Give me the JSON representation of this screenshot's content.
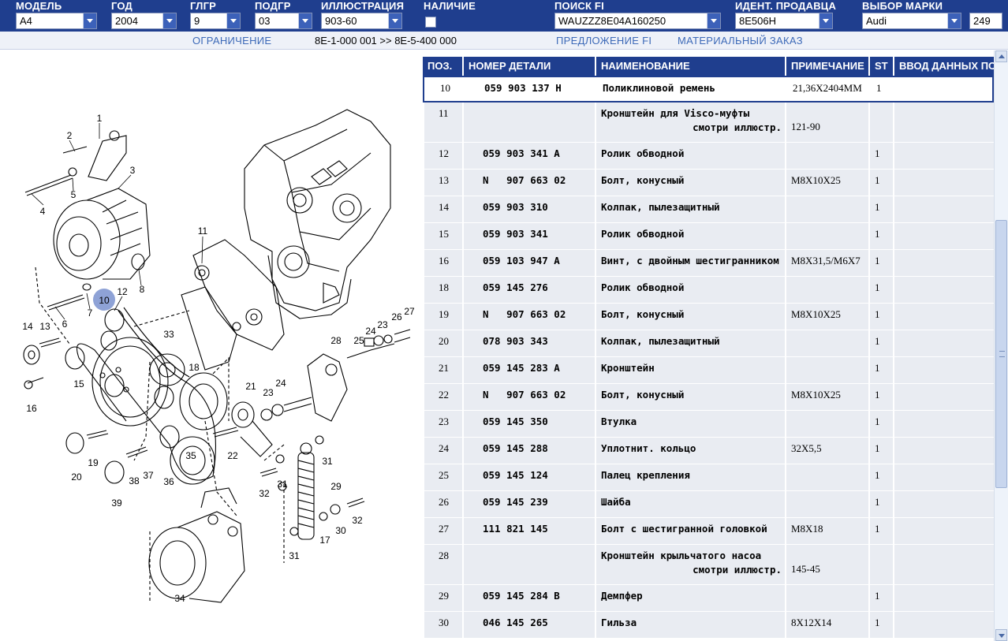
{
  "filters": {
    "model": {
      "label": "МОДЕЛЬ",
      "value": "A4"
    },
    "year": {
      "label": "ГОД",
      "value": "2004"
    },
    "main_group": {
      "label": "ГЛГР",
      "value": "9"
    },
    "sub_group": {
      "label": "ПОДГР",
      "value": "03"
    },
    "illustration": {
      "label": "ИЛЛЮСТРАЦИЯ",
      "value": "903-60"
    },
    "availability": {
      "label": "НАЛИЧИЕ"
    },
    "search_fi": {
      "label": "ПОИСК FI",
      "value": "WAUZZZ8E04A160250"
    },
    "dealer_id": {
      "label": "ИДЕНТ. ПРОДАВЦА",
      "value": "8E506H"
    },
    "brand": {
      "label": "ВЫБОР МАРКИ",
      "value": "Audi"
    },
    "count": "249"
  },
  "subbar": {
    "restriction_link": "ОГРАНИЧЕНИЕ",
    "restriction_range": "8E-1-000 001 >> 8E-5-400 000",
    "offer_link": "ПРЕДЛОЖЕНИЕ FI",
    "order_link": "МАТЕРИАЛЬНЫЙ ЗАКАЗ"
  },
  "illustration": {
    "highlighted_callout": "10",
    "callouts": [
      "1",
      "2",
      "3",
      "4",
      "5",
      "6",
      "7",
      "8",
      "10",
      "11",
      "12",
      "13",
      "14",
      "15",
      "16",
      "17",
      "18",
      "19",
      "20",
      "21",
      "22",
      "23",
      "24",
      "25",
      "26",
      "27",
      "28",
      "29",
      "30",
      "31",
      "32",
      "33",
      "34",
      "35",
      "36",
      "37",
      "38",
      "39"
    ]
  },
  "table": {
    "headers": [
      "ПОЗ.",
      "НОМЕР ДЕТАЛИ",
      "НАИМЕНОВАНИЕ",
      "ПРИМЕЧАНИЕ",
      "ST",
      "ВВОД ДАННЫХ ПО"
    ],
    "rows": [
      {
        "pos": "10",
        "part": "059 903 137 H",
        "name": "Поликлиновой ремень",
        "note": "21,36X2404MM",
        "st": "1",
        "selected": true
      },
      {
        "pos": "11",
        "part": "",
        "name": "Кронштейн для Visco-муфты",
        "name2": "смотри иллюстр.",
        "note": "121-90",
        "st": ""
      },
      {
        "pos": "12",
        "part": "059 903 341 A",
        "name": "Ролик обводной",
        "note": "",
        "st": "1"
      },
      {
        "pos": "13",
        "part": "N   907 663 02",
        "name": "Болт, конусный",
        "note": "M8X10X25",
        "st": "1"
      },
      {
        "pos": "14",
        "part": "059 903 310",
        "name": "Колпак, пылезащитный",
        "note": "",
        "st": "1"
      },
      {
        "pos": "15",
        "part": "059 903 341",
        "name": "Ролик обводной",
        "note": "",
        "st": "1"
      },
      {
        "pos": "16",
        "part": "059 103 947 A",
        "name": "Винт, с двойным шестигранником",
        "note": "M8X31,5/M6X7",
        "st": "1"
      },
      {
        "pos": "18",
        "part": "059 145 276",
        "name": "Ролик обводной",
        "note": "",
        "st": "1"
      },
      {
        "pos": "19",
        "part": "N   907 663 02",
        "name": "Болт, конусный",
        "note": "M8X10X25",
        "st": "1"
      },
      {
        "pos": "20",
        "part": "078 903 343",
        "name": "Колпак, пылезащитный",
        "note": "",
        "st": "1"
      },
      {
        "pos": "21",
        "part": "059 145 283 A",
        "name": "Кронштейн",
        "note": "",
        "st": "1"
      },
      {
        "pos": "22",
        "part": "N   907 663 02",
        "name": "Болт, конусный",
        "note": "M8X10X25",
        "st": "1"
      },
      {
        "pos": "23",
        "part": "059 145 350",
        "name": "Втулка",
        "note": "",
        "st": "1"
      },
      {
        "pos": "24",
        "part": "059 145 288",
        "name": "Уплотнит. кольцо",
        "note": "32X5,5",
        "st": "1"
      },
      {
        "pos": "25",
        "part": "059 145 124",
        "name": "Палец крепления",
        "note": "",
        "st": "1"
      },
      {
        "pos": "26",
        "part": "059 145 239",
        "name": "Шайба",
        "note": "",
        "st": "1"
      },
      {
        "pos": "27",
        "part": "111 821 145",
        "name": "Болт с шестигранной головкой",
        "note": "M8X18",
        "st": "1"
      },
      {
        "pos": "28",
        "part": "",
        "name": "Кронштейн крыльчатого насоа",
        "name2": "смотри иллюстр.",
        "note": "145-45",
        "st": ""
      },
      {
        "pos": "29",
        "part": "059 145 284 B",
        "name": "Демпфер",
        "note": "",
        "st": "1"
      },
      {
        "pos": "30",
        "part": "046 145 265",
        "name": "Гильза",
        "note": "8X12X14",
        "st": "1"
      }
    ]
  },
  "colors": {
    "header_bg": "#1f3e8e",
    "row_bg": "#e9ecf2",
    "link": "#3d6ab8",
    "callout_highlight": "#8ea2d6"
  }
}
